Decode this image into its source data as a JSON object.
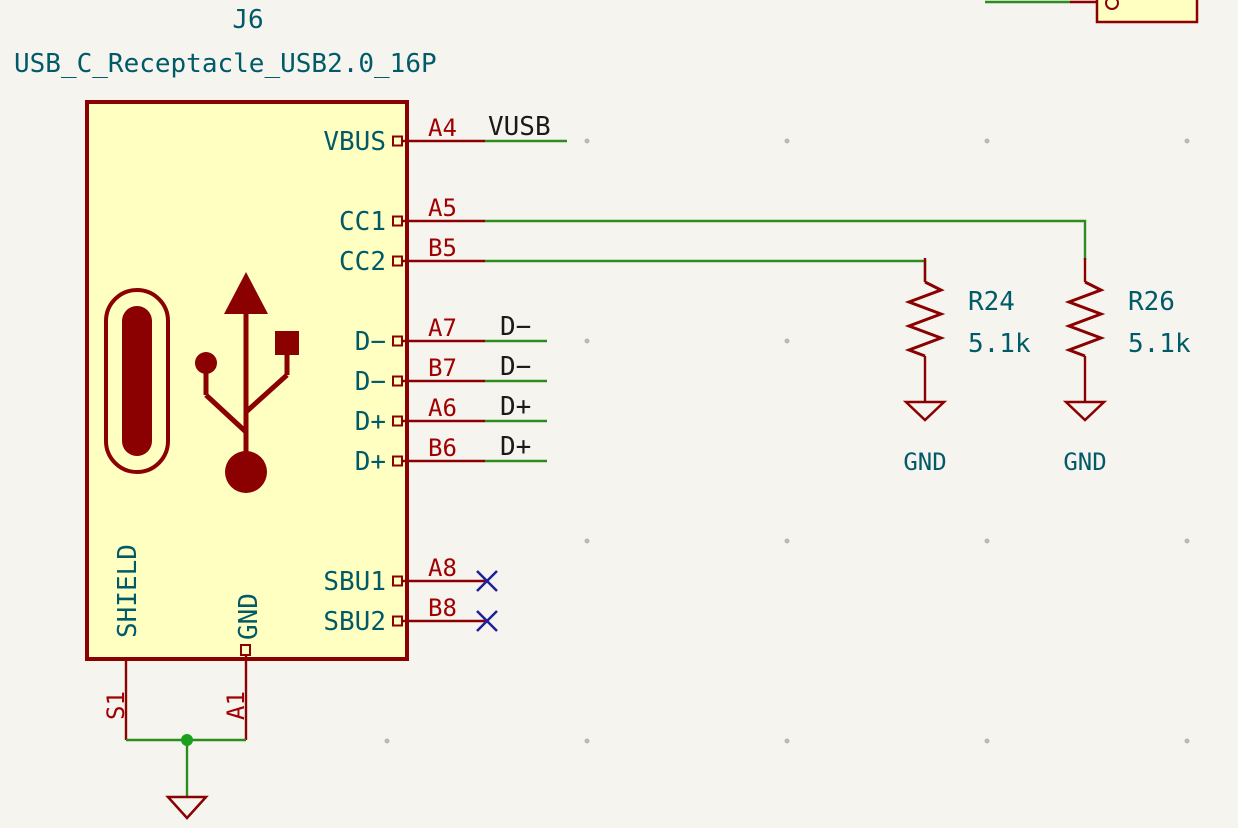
{
  "colors": {
    "background": "#f5f4ef",
    "component_body": "#ffffc2",
    "component_outline": "#8b0000",
    "pin_number": "#a00000",
    "pin_name": "#005a68",
    "wire": "#2e8b1e",
    "junction": "#1aa01a",
    "no_connect": "#1f1f9a",
    "net_label": "#1a1a1a"
  },
  "connector": {
    "reference": "J6",
    "value": "USB_C_Receptacle_USB2.0_16P",
    "pins_right": [
      {
        "name": "VBUS",
        "number": "A4",
        "net": "VUSB"
      },
      {
        "name": "CC1",
        "number": "A5",
        "net": ""
      },
      {
        "name": "CC2",
        "number": "B5",
        "net": ""
      },
      {
        "name": "D−",
        "number": "A7",
        "net": "D−"
      },
      {
        "name": "D−",
        "number": "B7",
        "net": "D−"
      },
      {
        "name": "D+",
        "number": "A6",
        "net": "D+"
      },
      {
        "name": "D+",
        "number": "B6",
        "net": "D+"
      },
      {
        "name": "SBU1",
        "number": "A8",
        "net": ""
      },
      {
        "name": "SBU2",
        "number": "B8",
        "net": ""
      }
    ],
    "pins_bottom": [
      {
        "name": "SHIELD",
        "number": "S1"
      },
      {
        "name": "GND",
        "number": "A1"
      }
    ],
    "icons": [
      "usb-c-port-icon",
      "usb-trident-icon"
    ]
  },
  "resistors": [
    {
      "reference": "R24",
      "value": "5.1k",
      "ground_label": "GND"
    },
    {
      "reference": "R26",
      "value": "5.1k",
      "ground_label": "GND"
    }
  ]
}
